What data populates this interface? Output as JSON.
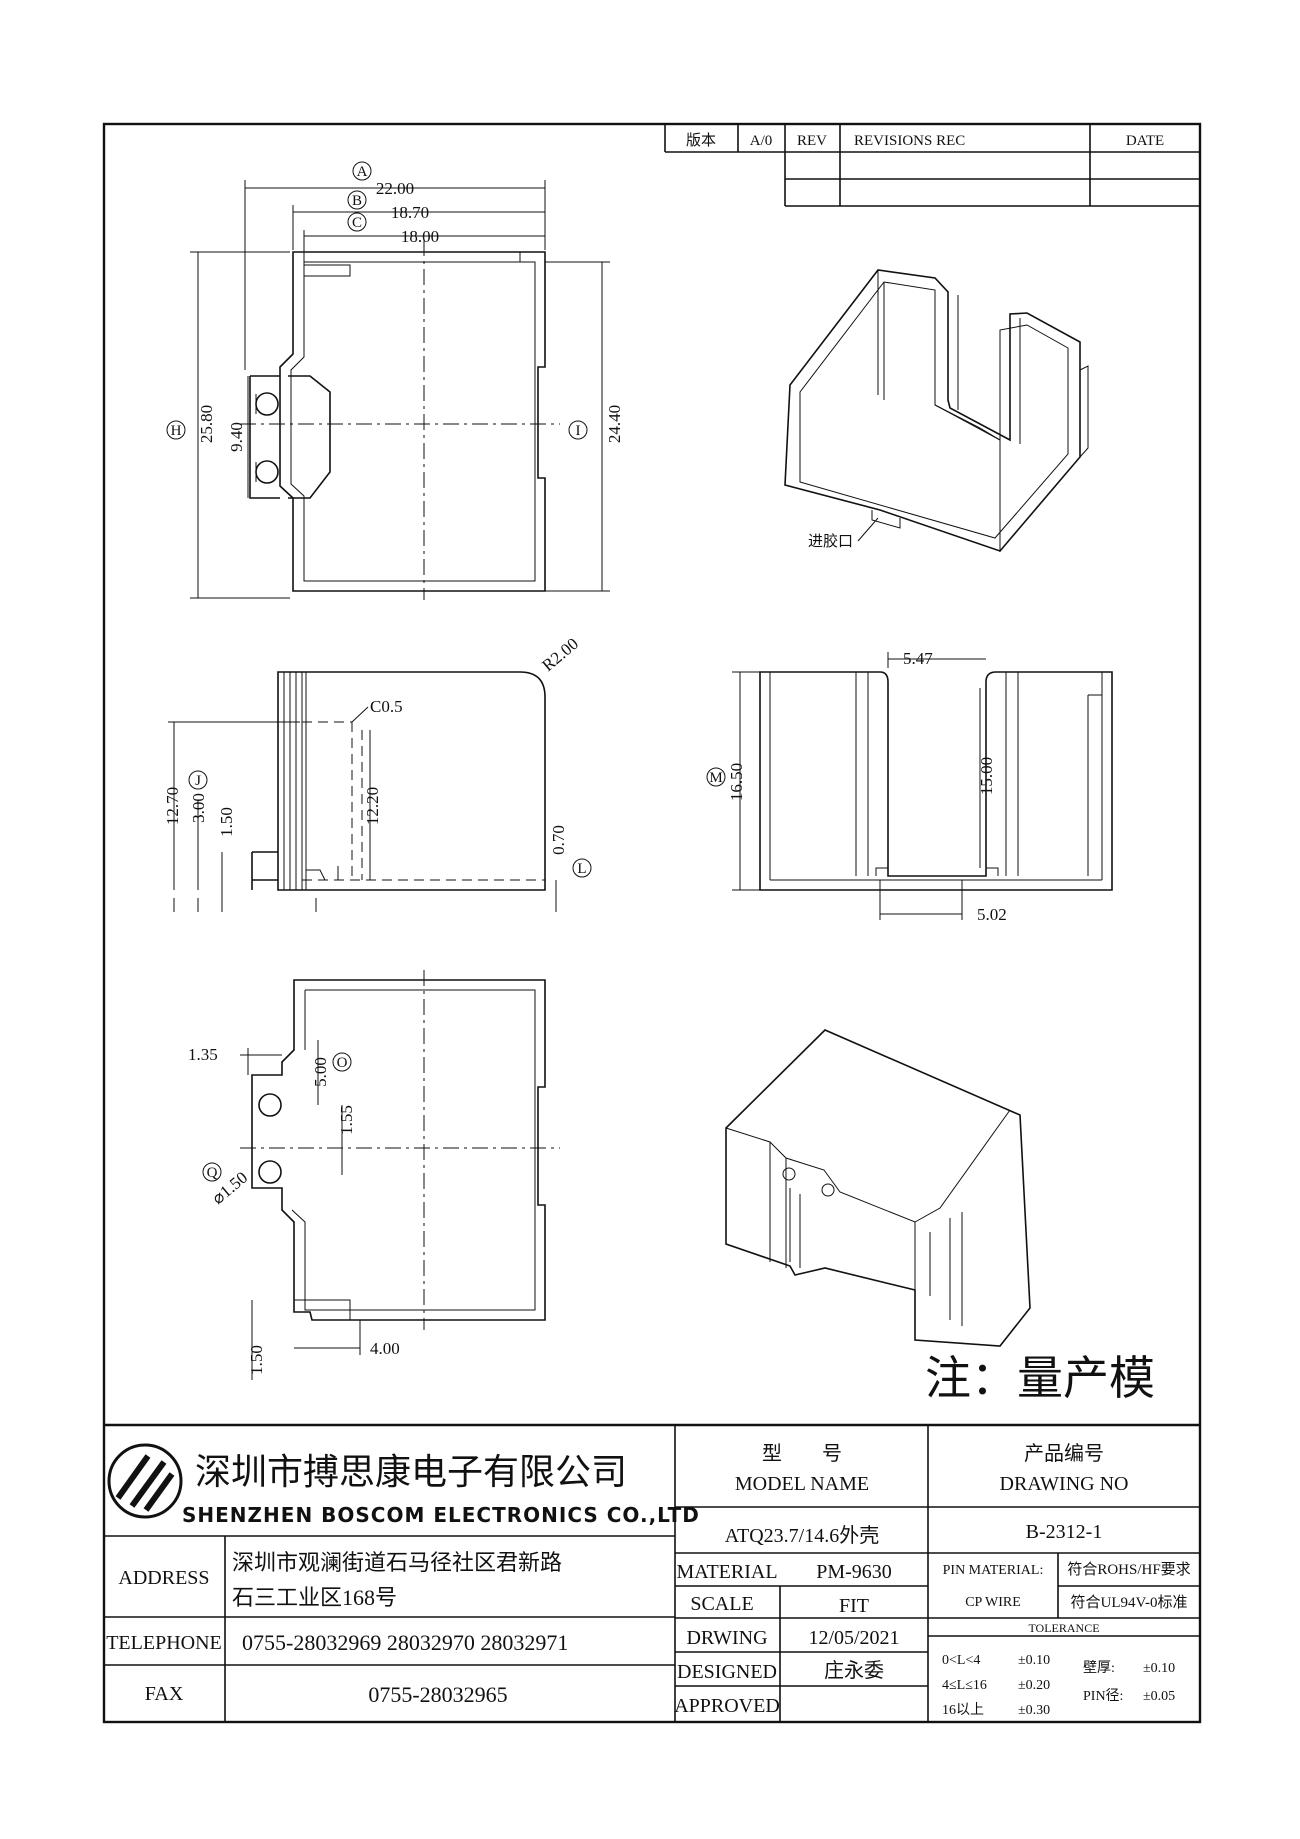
{
  "revision_table": {
    "version_label": "版本",
    "version_value": "A/0",
    "rev_label": "REV",
    "rec_label": "REVISIONS REC",
    "date_label": "DATE"
  },
  "dimensions": {
    "a": "22.00",
    "b": "18.70",
    "c": "18.00",
    "h": "25.80",
    "h_inner": "9.40",
    "i": "24.40",
    "radius": "R2.00",
    "chamfer": "C0.5",
    "side_total": "12.70",
    "side_j": "3.00",
    "side_small": "1.50",
    "side_inner": "12.20",
    "side_l": "0.70",
    "gap_top": "5.47",
    "m": "16.50",
    "inner_h": "15.00",
    "gap_bottom": "5.02",
    "bot_135": "1.35",
    "bot_500": "5.00",
    "bot_155": "1.55",
    "bot_dia": "⌀1.50",
    "bot_150": "1.50",
    "bot_400": "4.00"
  },
  "circled_labels": {
    "a": "A",
    "b": "B",
    "c": "C",
    "h": "H",
    "i": "I",
    "j": "J",
    "l": "L",
    "m": "M",
    "o": "O",
    "q": "Q"
  },
  "callout_gate": "进胶口",
  "note": "注：量产模",
  "title_block": {
    "company_cn": "深圳市搏思康电子有限公司",
    "company_en": "SHENZHEN BOSCOM ELECTRONICS CO.,LTD",
    "address_label": "ADDRESS",
    "address_line1": "深圳市观澜街道石马径社区君新路",
    "address_line2": "石三工业区168号",
    "telephone_label": "TELEPHONE",
    "telephone": "0755-28032969 28032970 28032971",
    "fax_label": "FAX",
    "fax": "0755-28032965",
    "model_label_cn": "型　　号",
    "model_label_en": "MODEL NAME",
    "model_value": "ATQ23.7/14.6外壳",
    "drawing_label_cn": "产品编号",
    "drawing_label_en": "DRAWING NO",
    "drawing_value": "B-2312-1",
    "material_label": "MATERIAL",
    "material_value": "PM-9630",
    "scale_label": "SCALE",
    "scale_value": "FIT",
    "drwing_label": "DRWING",
    "drwing_value": "12/05/2021",
    "designed_label": "DESIGNED",
    "designed_value": "庄永委",
    "approved_label": "APPROVED",
    "approved_value": "",
    "pin_material_label": "PIN MATERIAL:",
    "cp_wire_label": "CP WIRE",
    "rohs": "符合ROHS/HF要求",
    "ul": "符合UL94V-0标准",
    "tolerance_label": "TOLERANCE",
    "tol_row1_range": "0<L<4",
    "tol_row1_val": "±0.10",
    "tol_row2_range": "4≤L≤16",
    "tol_row2_val": "±0.20",
    "tol_row3_range": "16以上",
    "tol_row3_val": "±0.30",
    "wall_label": "壁厚:",
    "wall_val": "±0.10",
    "pin_label": "PIN径:",
    "pin_val": "±0.05"
  }
}
